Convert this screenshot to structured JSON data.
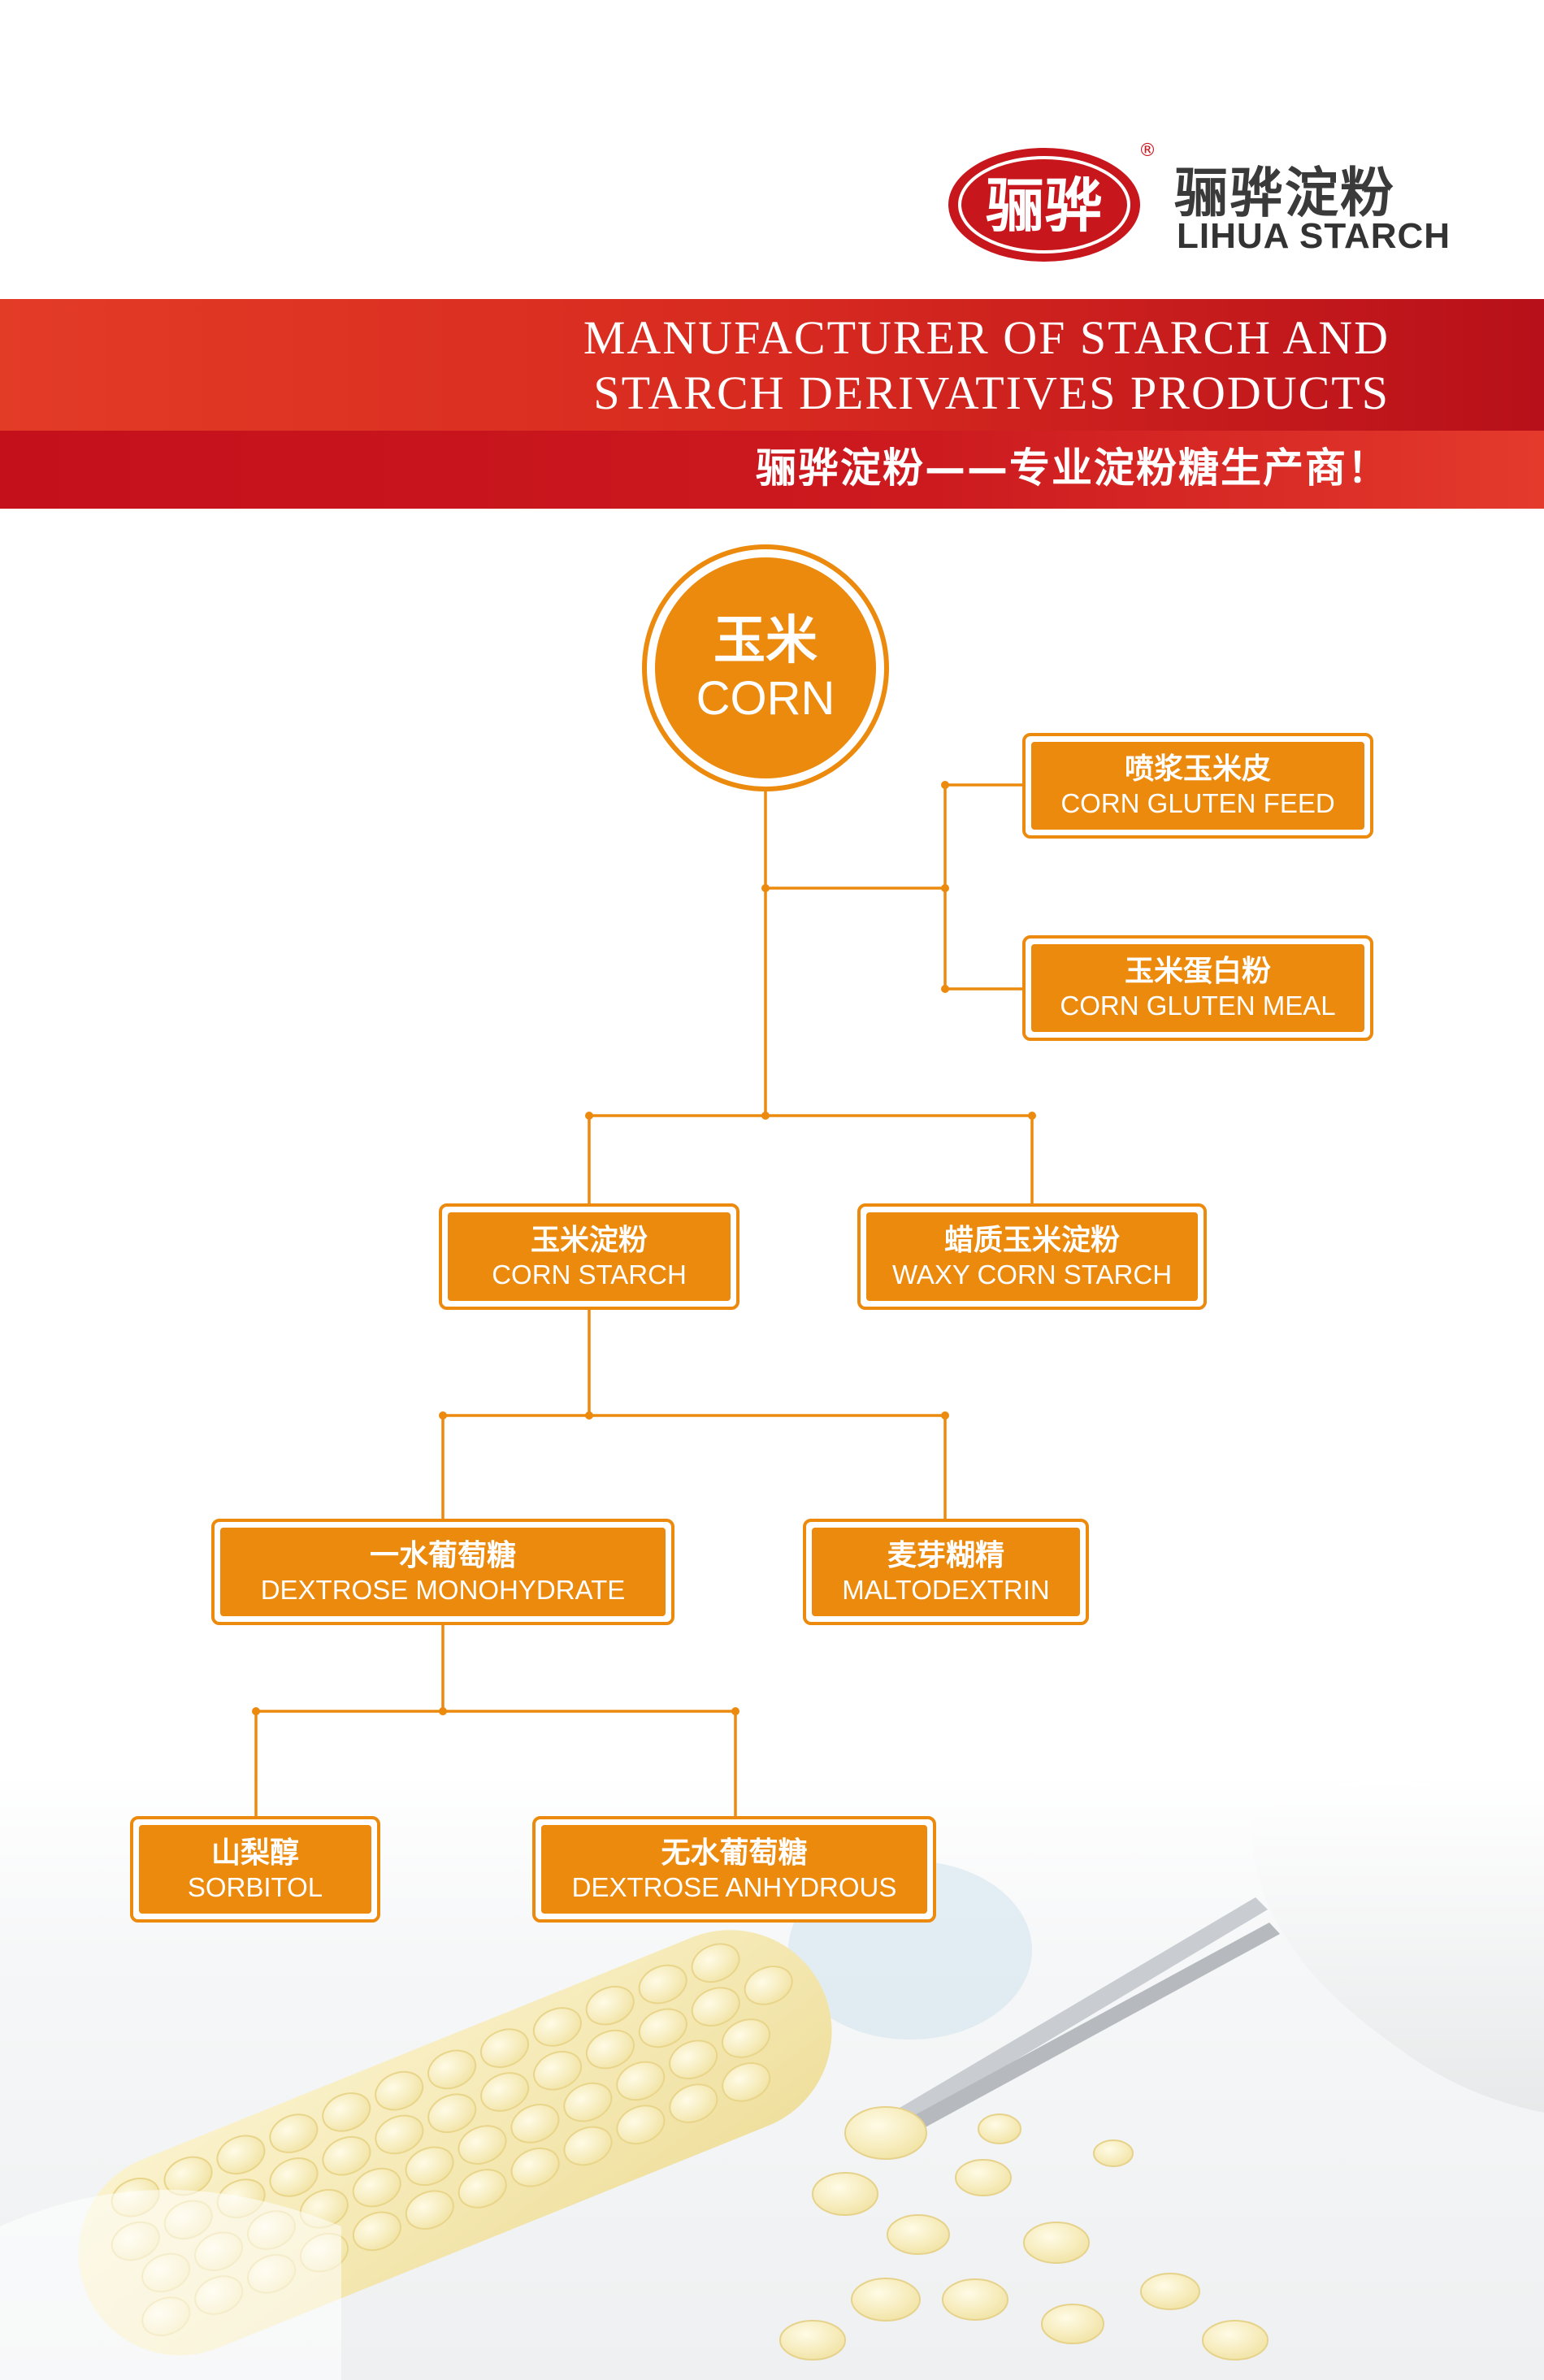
{
  "brand": {
    "seal_text": "骊骅",
    "name_zh": "骊骅淀粉",
    "name_en": "LIHUA STARCH",
    "registered_mark": "®"
  },
  "banner": {
    "title_line1": "MANUFACTURER OF STARCH AND",
    "title_line2": "STARCH DERIVATIVES PRODUCTS",
    "subtitle": "骊骅淀粉——专业淀粉糖生产商！"
  },
  "colors": {
    "accent_orange": "#ec8a0e",
    "banner_red": "#d82a20",
    "seal_red": "#c8161d"
  },
  "diagram": {
    "root": {
      "zh": "玉米",
      "en": "CORN"
    },
    "nodes": {
      "corn_gluten_feed": {
        "zh": "喷浆玉米皮",
        "en": "CORN GLUTEN FEED"
      },
      "corn_gluten_meal": {
        "zh": "玉米蛋白粉",
        "en": "CORN GLUTEN MEAL"
      },
      "corn_starch": {
        "zh": "玉米淀粉",
        "en": "CORN STARCH"
      },
      "waxy_corn_starch": {
        "zh": "蜡质玉米淀粉",
        "en": "WAXY CORN STARCH"
      },
      "dextrose_monohydrate": {
        "zh": "一水葡萄糖",
        "en": "DEXTROSE MONOHYDRATE"
      },
      "maltodextrin": {
        "zh": "麦芽糊精",
        "en": "MALTODEXTRIN"
      },
      "sorbitol": {
        "zh": "山梨醇",
        "en": "SORBITOL"
      },
      "dextrose_anhydrous": {
        "zh": "无水葡萄糖",
        "en": "DEXTROSE ANHYDROUS"
      }
    },
    "edges": [
      [
        "root",
        "corn_gluten_feed"
      ],
      [
        "root",
        "corn_gluten_meal"
      ],
      [
        "root",
        "corn_starch"
      ],
      [
        "root",
        "waxy_corn_starch"
      ],
      [
        "corn_starch",
        "dextrose_monohydrate"
      ],
      [
        "corn_starch",
        "maltodextrin"
      ],
      [
        "dextrose_monohydrate",
        "sorbitol"
      ],
      [
        "dextrose_monohydrate",
        "dextrose_anhydrous"
      ]
    ]
  }
}
